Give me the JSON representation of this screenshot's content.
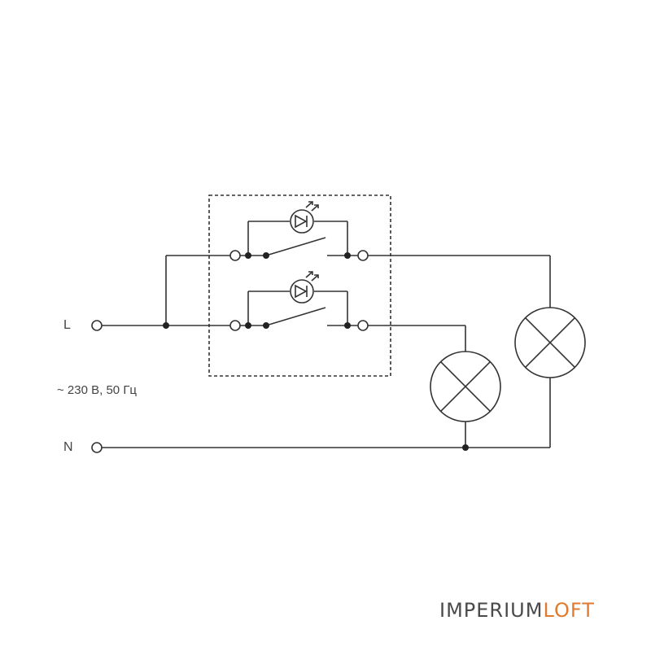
{
  "diagram": {
    "terminals": {
      "live_label": "L",
      "neutral_label": "N"
    },
    "supply_label": "~ 230 В, 50 Гц",
    "switch": {
      "channels": 2,
      "backlight": "led-icon"
    },
    "lamps": 2
  },
  "brand": {
    "part1": "IMPERIUM",
    "part2": "LOFT",
    "color_primary": "#4a4a4a",
    "color_accent": "#e07a2e"
  },
  "colors": {
    "line": "#333333",
    "text": "#444444",
    "background": "#ffffff"
  }
}
